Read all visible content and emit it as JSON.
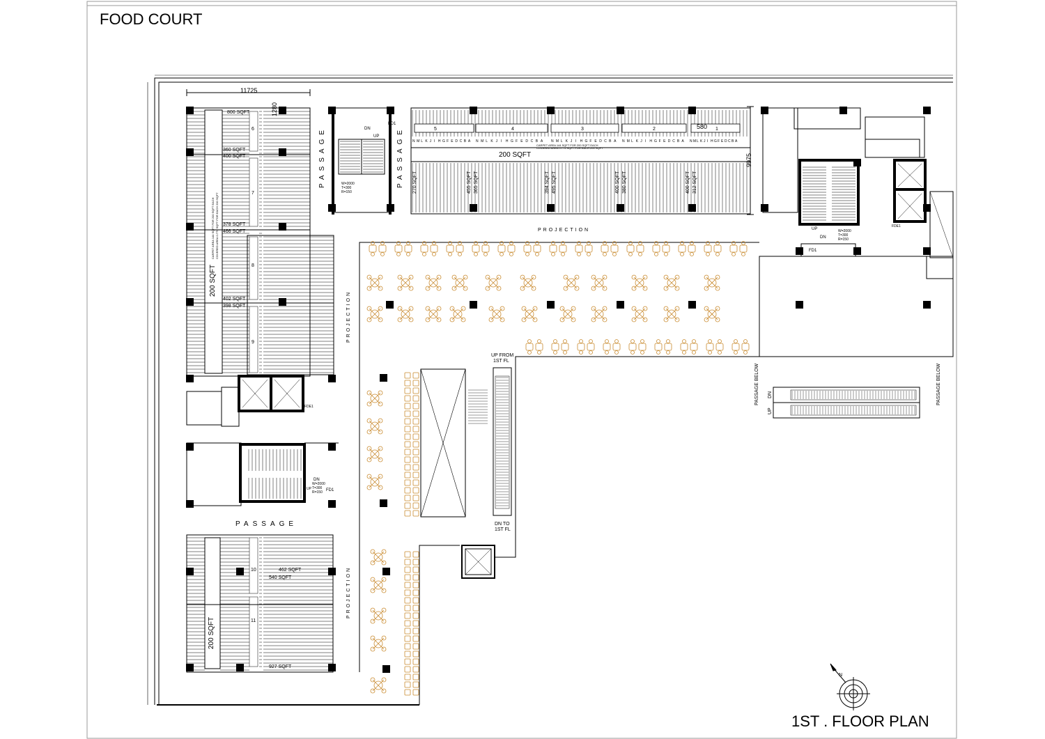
{
  "sheet": {
    "title": "FOOD COURT",
    "plan_title": "1ST . FLOOR PLAN",
    "north_label": "N"
  },
  "dimensions": {
    "width_top": "11725",
    "offset_top": "1280",
    "depth_right": "9975",
    "gap_small": "580"
  },
  "shops_left": [
    {
      "num": "6",
      "area_top": "800 SQFT",
      "area_bottom": "360 SQFT"
    },
    {
      "num": "7",
      "area_top": "400 SQFT",
      "area_bottom": "378 SQFT"
    },
    {
      "num": "8",
      "area_top": "466 SQFT",
      "area_bottom": "402 SQFT"
    },
    {
      "num": "9",
      "area_top": "398 SQFT",
      "area_bottom": ""
    },
    {
      "num": "10",
      "area_top": "462 SQFT",
      "area_bottom": "540 SQFT"
    },
    {
      "num": "11",
      "area_top": "",
      "area_bottom": "927 SQFT"
    }
  ],
  "shops_top": [
    {
      "num": "5",
      "area_a": "270 SQFT",
      "area_b": ""
    },
    {
      "num": "4",
      "area_a": "455 SQFT",
      "area_b": "365 SQFT"
    },
    {
      "num": "3",
      "area_a": "394 SQFT",
      "area_b": "495 SQFT"
    },
    {
      "num": "2",
      "area_a": "400 SQFT",
      "area_b": "380 SQFT"
    },
    {
      "num": "1",
      "area_a": "400 SQFT",
      "area_b": "312 SQFT"
    }
  ],
  "corridor_labels": {
    "left_upper": "200 SQFT",
    "left_lower": "200 SQFT",
    "top": "200 SQFT",
    "top_note_1": "CARPET AREA 144 SQFT FOR 200 SQFT EACH",
    "top_note_2": "COVERED AREA 0.775 SQFT FOR EACH 200 SQFT",
    "left_note_1": "CARPET AREA 144 SQFT FOR 200 SQFT EACH",
    "left_note_2": "COVERED AREA 0.775 SQFT FOR EACH 200 SQFT"
  },
  "labels": {
    "passage": "PASSAGE",
    "projection": "PROJECTION",
    "passage_below": "PASSAGE BELOW",
    "up": "UP",
    "dn": "DN",
    "fd1": "FD1",
    "fde1": "FDE1",
    "up_from_1": "UP FROM",
    "up_from_2": "1ST FL",
    "dn_to_1": "DN TO",
    "dn_to_2": "1ST FL",
    "stair_w": "W=2000",
    "stair_t": "T=300",
    "stair_r": "R=150"
  },
  "stall_letters_top": [
    "N",
    "M",
    "L",
    "K",
    "J",
    "I",
    "H",
    "G",
    "F",
    "E",
    "D",
    "C",
    "B",
    "A"
  ],
  "colors": {
    "line": "#000000",
    "table": "#c98a2e",
    "paper": "#ffffff",
    "border": "#9a9a9a"
  }
}
